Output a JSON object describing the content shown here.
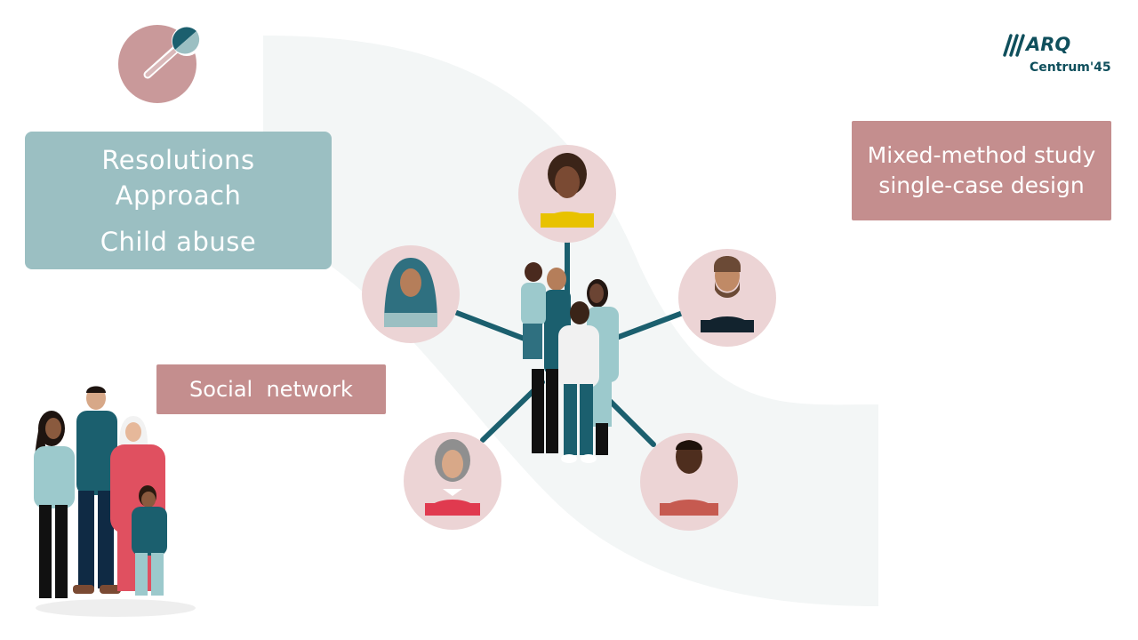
{
  "boxes": {
    "resolutions_line1": "Resolutions",
    "resolutions_line2": "Approach",
    "resolutions_line3": "Child abuse",
    "mixed_line1": "Mixed-method study",
    "mixed_line2": "single-case design",
    "social": "Social  network"
  },
  "logo": {
    "name": "ARQ",
    "subname": "Centrum'45"
  },
  "icons": [
    "magnifier-icon",
    "family-group-icon",
    "person-icon"
  ],
  "colors": {
    "teal_box": "#9bbfc2",
    "rose_box": "#c48e8e",
    "spoke": "#1b5f6e",
    "circle_bg": "#ecd4d5",
    "logo": "#0f4f5c"
  }
}
